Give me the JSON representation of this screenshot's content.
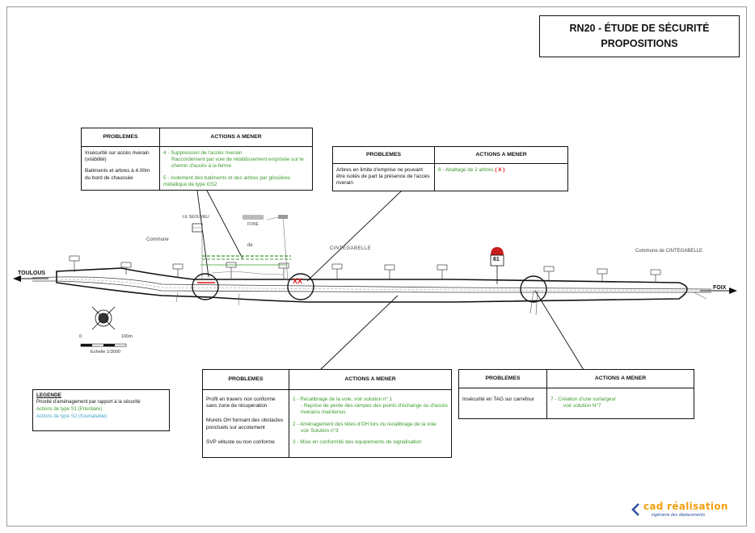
{
  "title": {
    "line1": "RN20 - ÉTUDE DE SÉCURITÉ",
    "line2": "PROPOSITIONS"
  },
  "headers": {
    "problems": "PROBLEMES",
    "actions": "ACTIONS A MENER"
  },
  "table1": {
    "problems": [
      "Insécurité sur accès riverain (visibilité)",
      "Batiments et arbres à 4.00m du bord de chaussée"
    ],
    "actions": [
      {
        "main": "4 - Suppression de l'accès riverain",
        "sub": "Raccordement par voie de rétablissement emprisée sur le chemin d'accès à la ferme"
      },
      {
        "main": "5 - Isolement des batiments et des arbres par glissières métallique de type GS2",
        "sub": ""
      }
    ]
  },
  "table2": {
    "problems": [
      "Arbres en limite d'emprise ne pouvant être isolés de part la présence de l'accès riverain"
    ],
    "actions": [
      {
        "main": "6 - Abattage de 2 arbres",
        "mark": "( X )"
      }
    ]
  },
  "table3": {
    "problems": [
      "Profil en travers non conforme sans zone de récupération",
      "Murets OH formant des obstacles ponctuels sur accotement",
      "SVP vétuste ou non conforme"
    ],
    "actions": [
      {
        "main": "1 - Recalibrage de la voie, voir solution n° 1",
        "sub": "- Reprise de pente des rampes des points d'échange ou d'accès riverains maintenus"
      },
      {
        "main": "2 - Aménagement des têtes d'OH lors du recalibrage de la voie",
        "sub": "voir Solution n°3"
      },
      {
        "main": "3 - Mise en conformité des équipements de signalisation",
        "sub": ""
      }
    ]
  },
  "table4": {
    "problems": [
      "Insécurité en TAG sur carrefour"
    ],
    "actions": [
      {
        "main": "7 - Création d'une surlargeur",
        "sub": "voir solution N°7"
      }
    ]
  },
  "legend": {
    "title": "LEGENDE",
    "priority": "Priorité d'aménagement par rapport à la sécurité",
    "s1": "Actions de type S1 (Prioritaire)",
    "s2": "Actions de type S2 (Souhaitable)"
  },
  "map": {
    "left_end": "TOULOUS",
    "right_end": "FOIX",
    "commune_left": "Commune",
    "commune_de": "de",
    "commune_cinte": "CINTEGABELLE",
    "commune_right": "Commune de CINTEGABELLE",
    "place1": "LE SEOUMEU",
    "place2": "FONE",
    "road_sign": "61",
    "scale_zero": "0",
    "scale_100": "100m",
    "scale": "Echelle 1/3000",
    "colors": {
      "s1": "#3b9a2c",
      "s2": "#45a9c9",
      "mark": "#d11111",
      "sign": "#c81d1d"
    }
  },
  "logo": {
    "name": "cad réalisation",
    "tagline": "ingénierie des déplacements"
  }
}
